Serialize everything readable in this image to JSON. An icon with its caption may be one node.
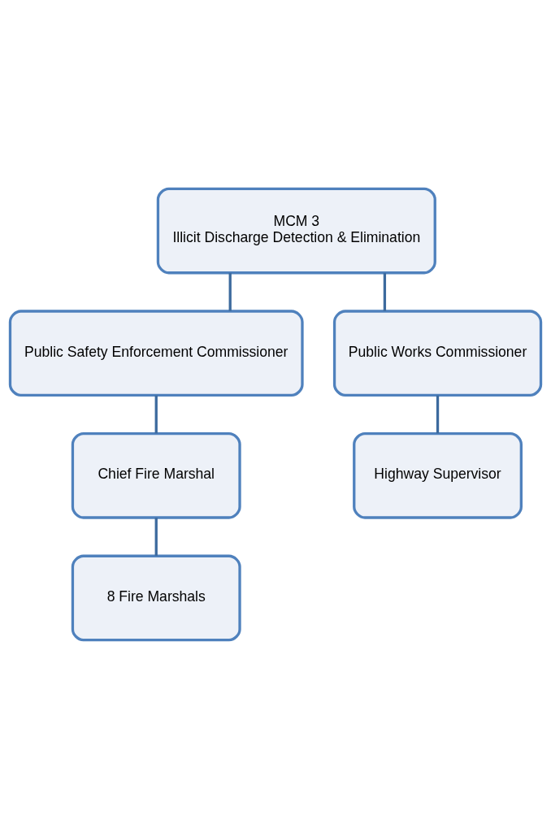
{
  "diagram": {
    "nodes": [
      {
        "text": [
          "MCM 3",
          "Illicit Discharge Detection & Elimination"
        ]
      },
      {
        "text": [
          "Public Safety Enforcement Commissioner"
        ]
      },
      {
        "text": [
          "Public Works Commissioner"
        ]
      },
      {
        "text": [
          "Chief Fire Marshal"
        ]
      },
      {
        "text": [
          "Highway Supervisor"
        ]
      },
      {
        "text": [
          "8 Fire Marshals"
        ]
      }
    ],
    "edges": [
      {
        "from": 0,
        "to": 1,
        "arrow": "none"
      },
      {
        "from": 0,
        "to": 2,
        "arrow": "none"
      },
      {
        "from": 1,
        "to": 3,
        "arrow": "none"
      },
      {
        "from": 2,
        "to": 4,
        "arrow": "none"
      },
      {
        "from": 3,
        "to": 5,
        "arrow": "none"
      }
    ]
  }
}
